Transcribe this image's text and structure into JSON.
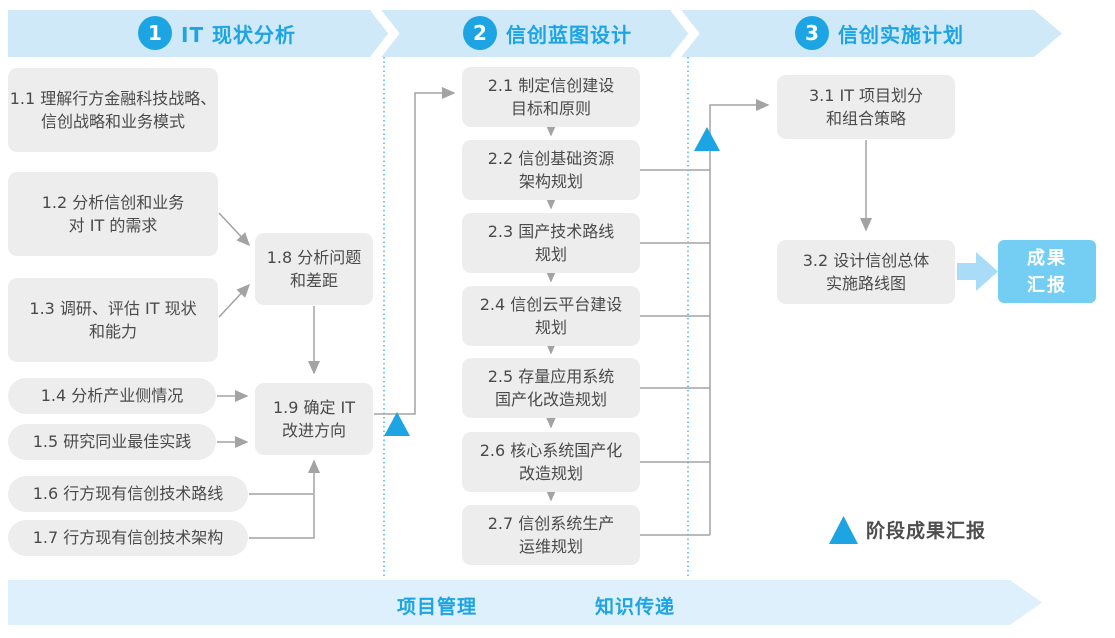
{
  "colors": {
    "accent_blue": "#1da4e2",
    "banner_bg": "#cfe9f8",
    "footer_bg": "#ddf0fb",
    "box_gray": "#ededed",
    "box_text": "#4a4a4a",
    "line_gray": "#a3a3a3",
    "outcome_bg": "#74cef4",
    "fat_arrow": "#a9dcf7"
  },
  "phases": [
    {
      "number": "1",
      "title": "IT 现状分析"
    },
    {
      "number": "2",
      "title": "信创蓝图设计"
    },
    {
      "number": "3",
      "title": "信创实施计划"
    }
  ],
  "phase1_boxes": [
    {
      "label": "1.1 理解行方金融科技战略、\n信创战略和业务模式"
    },
    {
      "label": "1.2 分析信创和业务\n对 IT 的需求"
    },
    {
      "label": "1.3 调研、评估 IT 现状\n和能力"
    },
    {
      "label": "1.4 分析产业侧情况"
    },
    {
      "label": "1.5 研究同业最佳实践"
    },
    {
      "label": "1.6 行方现有信创技术路线"
    },
    {
      "label": "1.7 行方现有信创技术架构"
    },
    {
      "label": "1.8 分析问题\n和差距"
    },
    {
      "label": "1.9 确定 IT\n改进方向"
    }
  ],
  "phase2_boxes": [
    {
      "label": "2.1 制定信创建设\n目标和原则"
    },
    {
      "label": "2.2 信创基础资源\n架构规划"
    },
    {
      "label": "2.3 国产技术路线\n规划"
    },
    {
      "label": "2.4 信创云平台建设\n规划"
    },
    {
      "label": "2.5 存量应用系统\n国产化改造规划"
    },
    {
      "label": "2.6 核心系统国产化\n改造规划"
    },
    {
      "label": "2.7 信创系统生产\n运维规划"
    }
  ],
  "phase3_boxes": [
    {
      "label": "3.1 IT 项目划分\n和组合策略"
    },
    {
      "label": "3.2 设计信创总体\n实施路线图"
    }
  ],
  "outcome": {
    "label": "成果\n汇报"
  },
  "legend": {
    "label": "阶段成果汇报"
  },
  "footer": {
    "left_label": "项目管理",
    "right_label": "知识传递"
  }
}
